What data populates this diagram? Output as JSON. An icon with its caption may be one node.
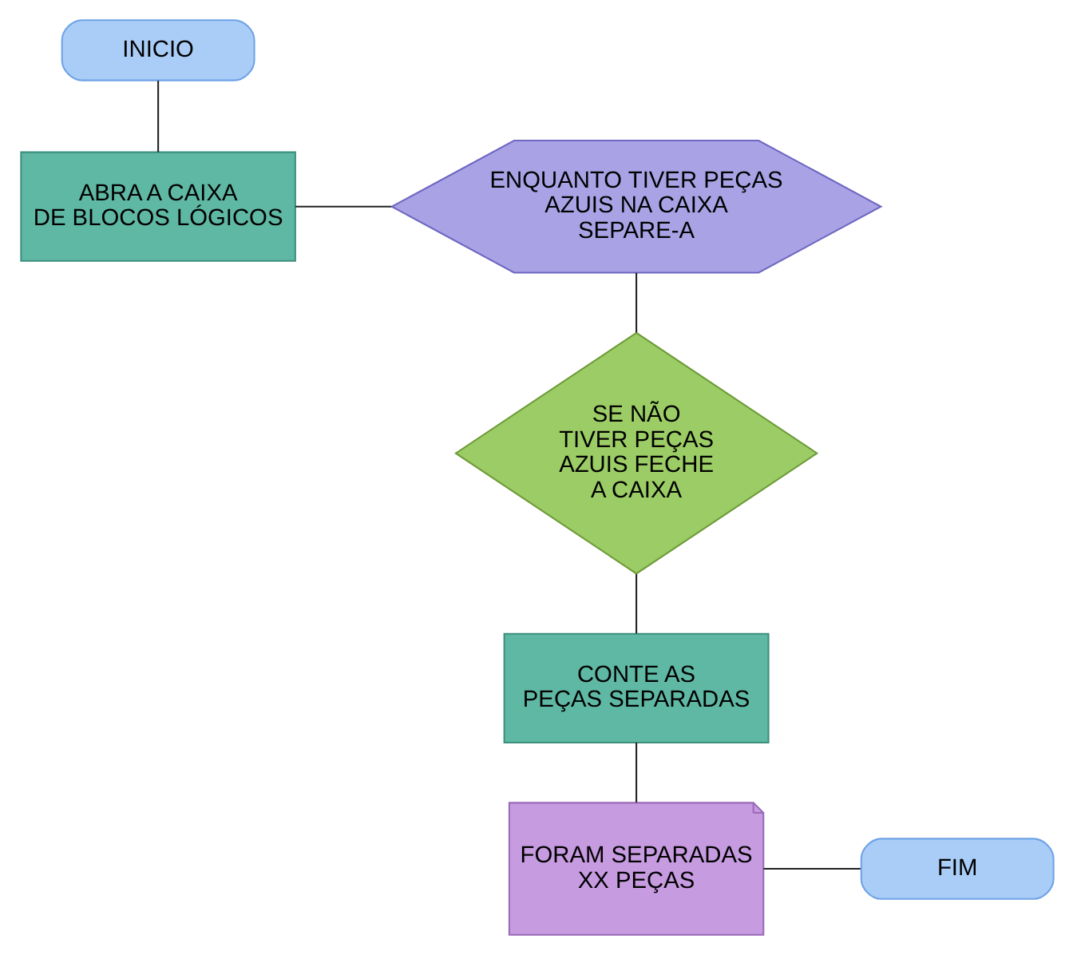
{
  "diagram": {
    "nodes": [
      {
        "text": [
          "INICIO"
        ]
      },
      {
        "text": [
          "ABRA A CAIXA DE BLOCOS LÓGICOS"
        ]
      },
      {
        "text": [
          "ENQUANTO TIVER PEÇAS AZUIS NA CAIXA SEPARE-A"
        ]
      },
      {
        "text": [
          "SE NÃO TIVER PEÇAS AZUIS FECHE A CAIXA"
        ]
      },
      {
        "text": [
          "CONTE AS PEÇAS SEPARADAS"
        ]
      },
      {
        "text": [
          "FORAM SEPARADAS XX PEÇAS"
        ]
      },
      {
        "text": [
          "FIM"
        ]
      }
    ],
    "edges": [
      {
        "from": 0,
        "to": 1,
        "arrow": "none"
      },
      {
        "from": 1,
        "to": 2,
        "arrow": "none"
      },
      {
        "from": 2,
        "to": 3,
        "arrow": "none"
      },
      {
        "from": 3,
        "to": 4,
        "arrow": "none"
      },
      {
        "from": 4,
        "to": 5,
        "arrow": "none"
      },
      {
        "from": 5,
        "to": 6,
        "arrow": "none"
      }
    ]
  }
}
